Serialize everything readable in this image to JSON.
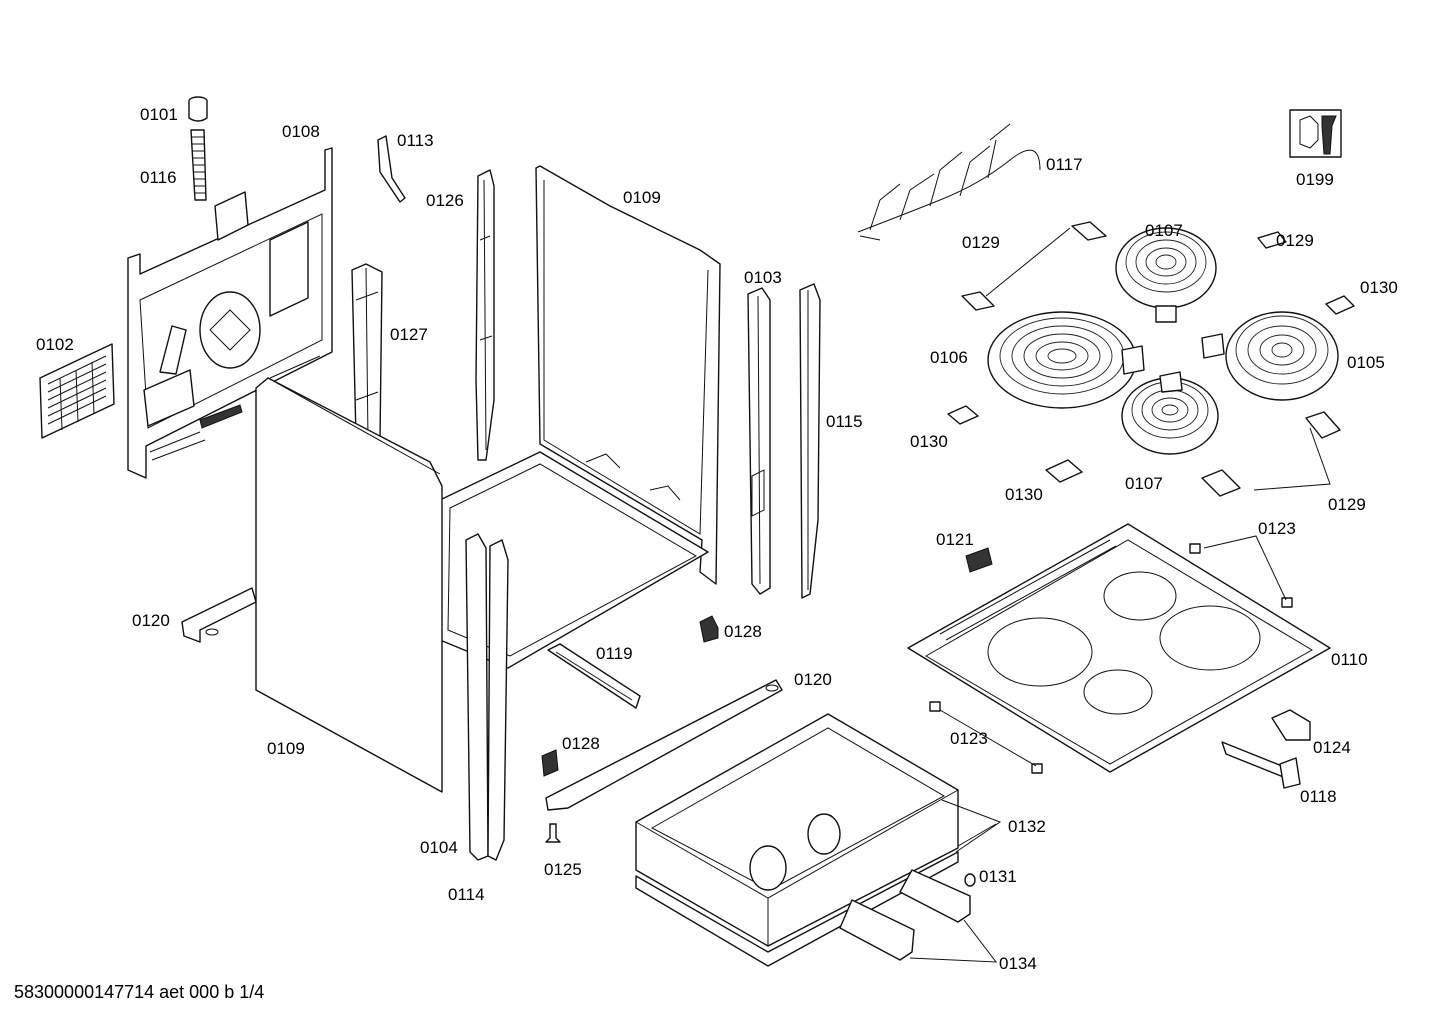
{
  "document": {
    "footer_code": "58300000147714 aet 000 b 1/4"
  },
  "labels": {
    "p0101": "0101",
    "p0116": "0116",
    "p0108": "0108",
    "p0113": "0113",
    "p0126": "0126",
    "p0109_top": "0109",
    "p0117": "0117",
    "p0199": "0199",
    "p0102": "0102",
    "p0127": "0127",
    "p0103": "0103",
    "p0115": "0115",
    "p0129_a": "0129",
    "p0107_top": "0107",
    "p0129_b": "0129",
    "p0130_a": "0130",
    "p0106": "0106",
    "p0105": "0105",
    "p0130_b": "0130",
    "p0130_c": "0130",
    "p0107_bot": "0107",
    "p0129_c": "0129",
    "p0121": "0121",
    "p0123_a": "0123",
    "p0120_left": "0120",
    "p0128_a": "0128",
    "p0119": "0119",
    "p0110": "0110",
    "p0120_right": "0120",
    "p0109_bot": "0109",
    "p0128_b": "0128",
    "p0123_b": "0123",
    "p0124": "0124",
    "p0118": "0118",
    "p0132": "0132",
    "p0104": "0104",
    "p0125": "0125",
    "p0114": "0114",
    "p0131": "0131",
    "p0134": "0134"
  }
}
